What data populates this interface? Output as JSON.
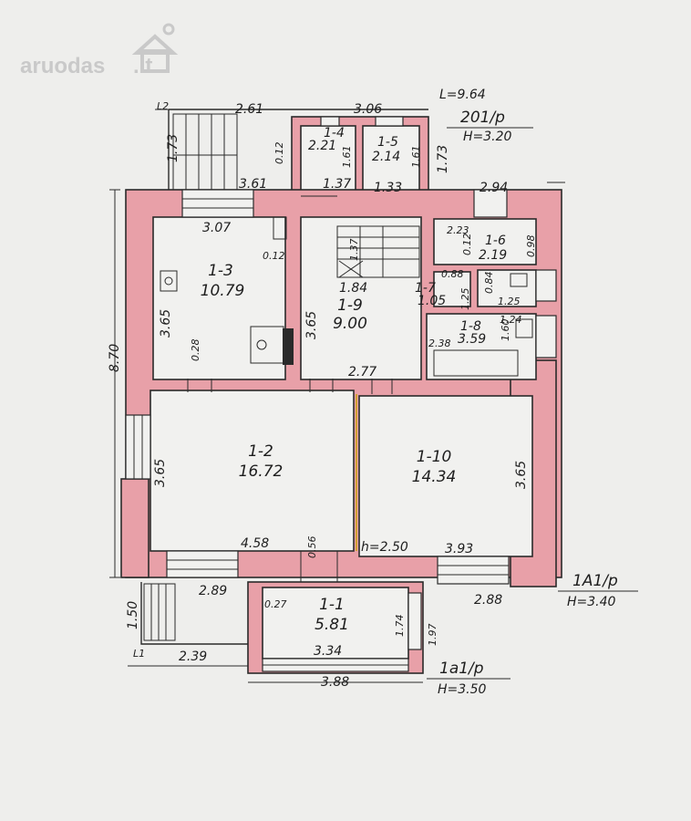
{
  "watermark": {
    "text": "aruodas",
    "suffix": ".lt",
    "icon": "house-icon"
  },
  "header": {
    "length": "L=9.64",
    "floor2": "201/p",
    "floor2_height": "H=3.20"
  },
  "floor1_label": "1A1/p",
  "floor1_height": "H=3.40",
  "porch_label": "1a1/p",
  "porch_height": "H=3.50",
  "marker_l1": "L1",
  "marker_l2": "L2",
  "rooms": {
    "r1_1": {
      "id": "1-1",
      "area": "5.81"
    },
    "r1_2": {
      "id": "1-2",
      "area": "16.72"
    },
    "r1_3": {
      "id": "1-3",
      "area": "10.79"
    },
    "r1_4": {
      "id": "1-4",
      "area": "2.21"
    },
    "r1_5": {
      "id": "1-5",
      "area": "2.14"
    },
    "r1_6": {
      "id": "1-6",
      "area": "2.19"
    },
    "r1_7": {
      "id": "1-7",
      "area": "1.05"
    },
    "r1_8": {
      "id": "1-8",
      "area": "3.59"
    },
    "r1_9": {
      "id": "1-9",
      "area": "9.00"
    },
    "r1_10": {
      "id": "1-10",
      "area": "14.34"
    }
  },
  "dims": {
    "d261": "2.61",
    "d306": "3.06",
    "d173a": "1.73",
    "d173b": "1.73",
    "d012a": "0.12",
    "d161a": "1.61",
    "d161b": "1.61",
    "d361": "3.61",
    "d137": "1.37",
    "d133": "1.33",
    "d294": "2.94",
    "d307": "3.07",
    "d012b": "0.12",
    "d137b": "1.37",
    "d223": "2.23",
    "d012c": "0.12",
    "d098": "0.98",
    "d088": "0.88",
    "d184": "1.84",
    "d084": "0.84",
    "d125a": "1.25",
    "d125b": "1.25",
    "d365a": "3.65",
    "d365b": "3.65",
    "d028": "0.28",
    "d124": "1.24",
    "d238": "2.38",
    "d160": "1.60",
    "d277": "2.77",
    "d870": "8.70",
    "d365c": "3.65",
    "d365d": "3.65",
    "d458": "4.58",
    "d056": "0.56",
    "h250": "h=2.50",
    "d393": "3.93",
    "d289": "2.89",
    "d027": "0.27",
    "d288": "2.88",
    "d150": "1.50",
    "d174": "1.74",
    "d197": "1.97",
    "d239": "2.39",
    "d334": "3.34",
    "d388": "3.88"
  }
}
